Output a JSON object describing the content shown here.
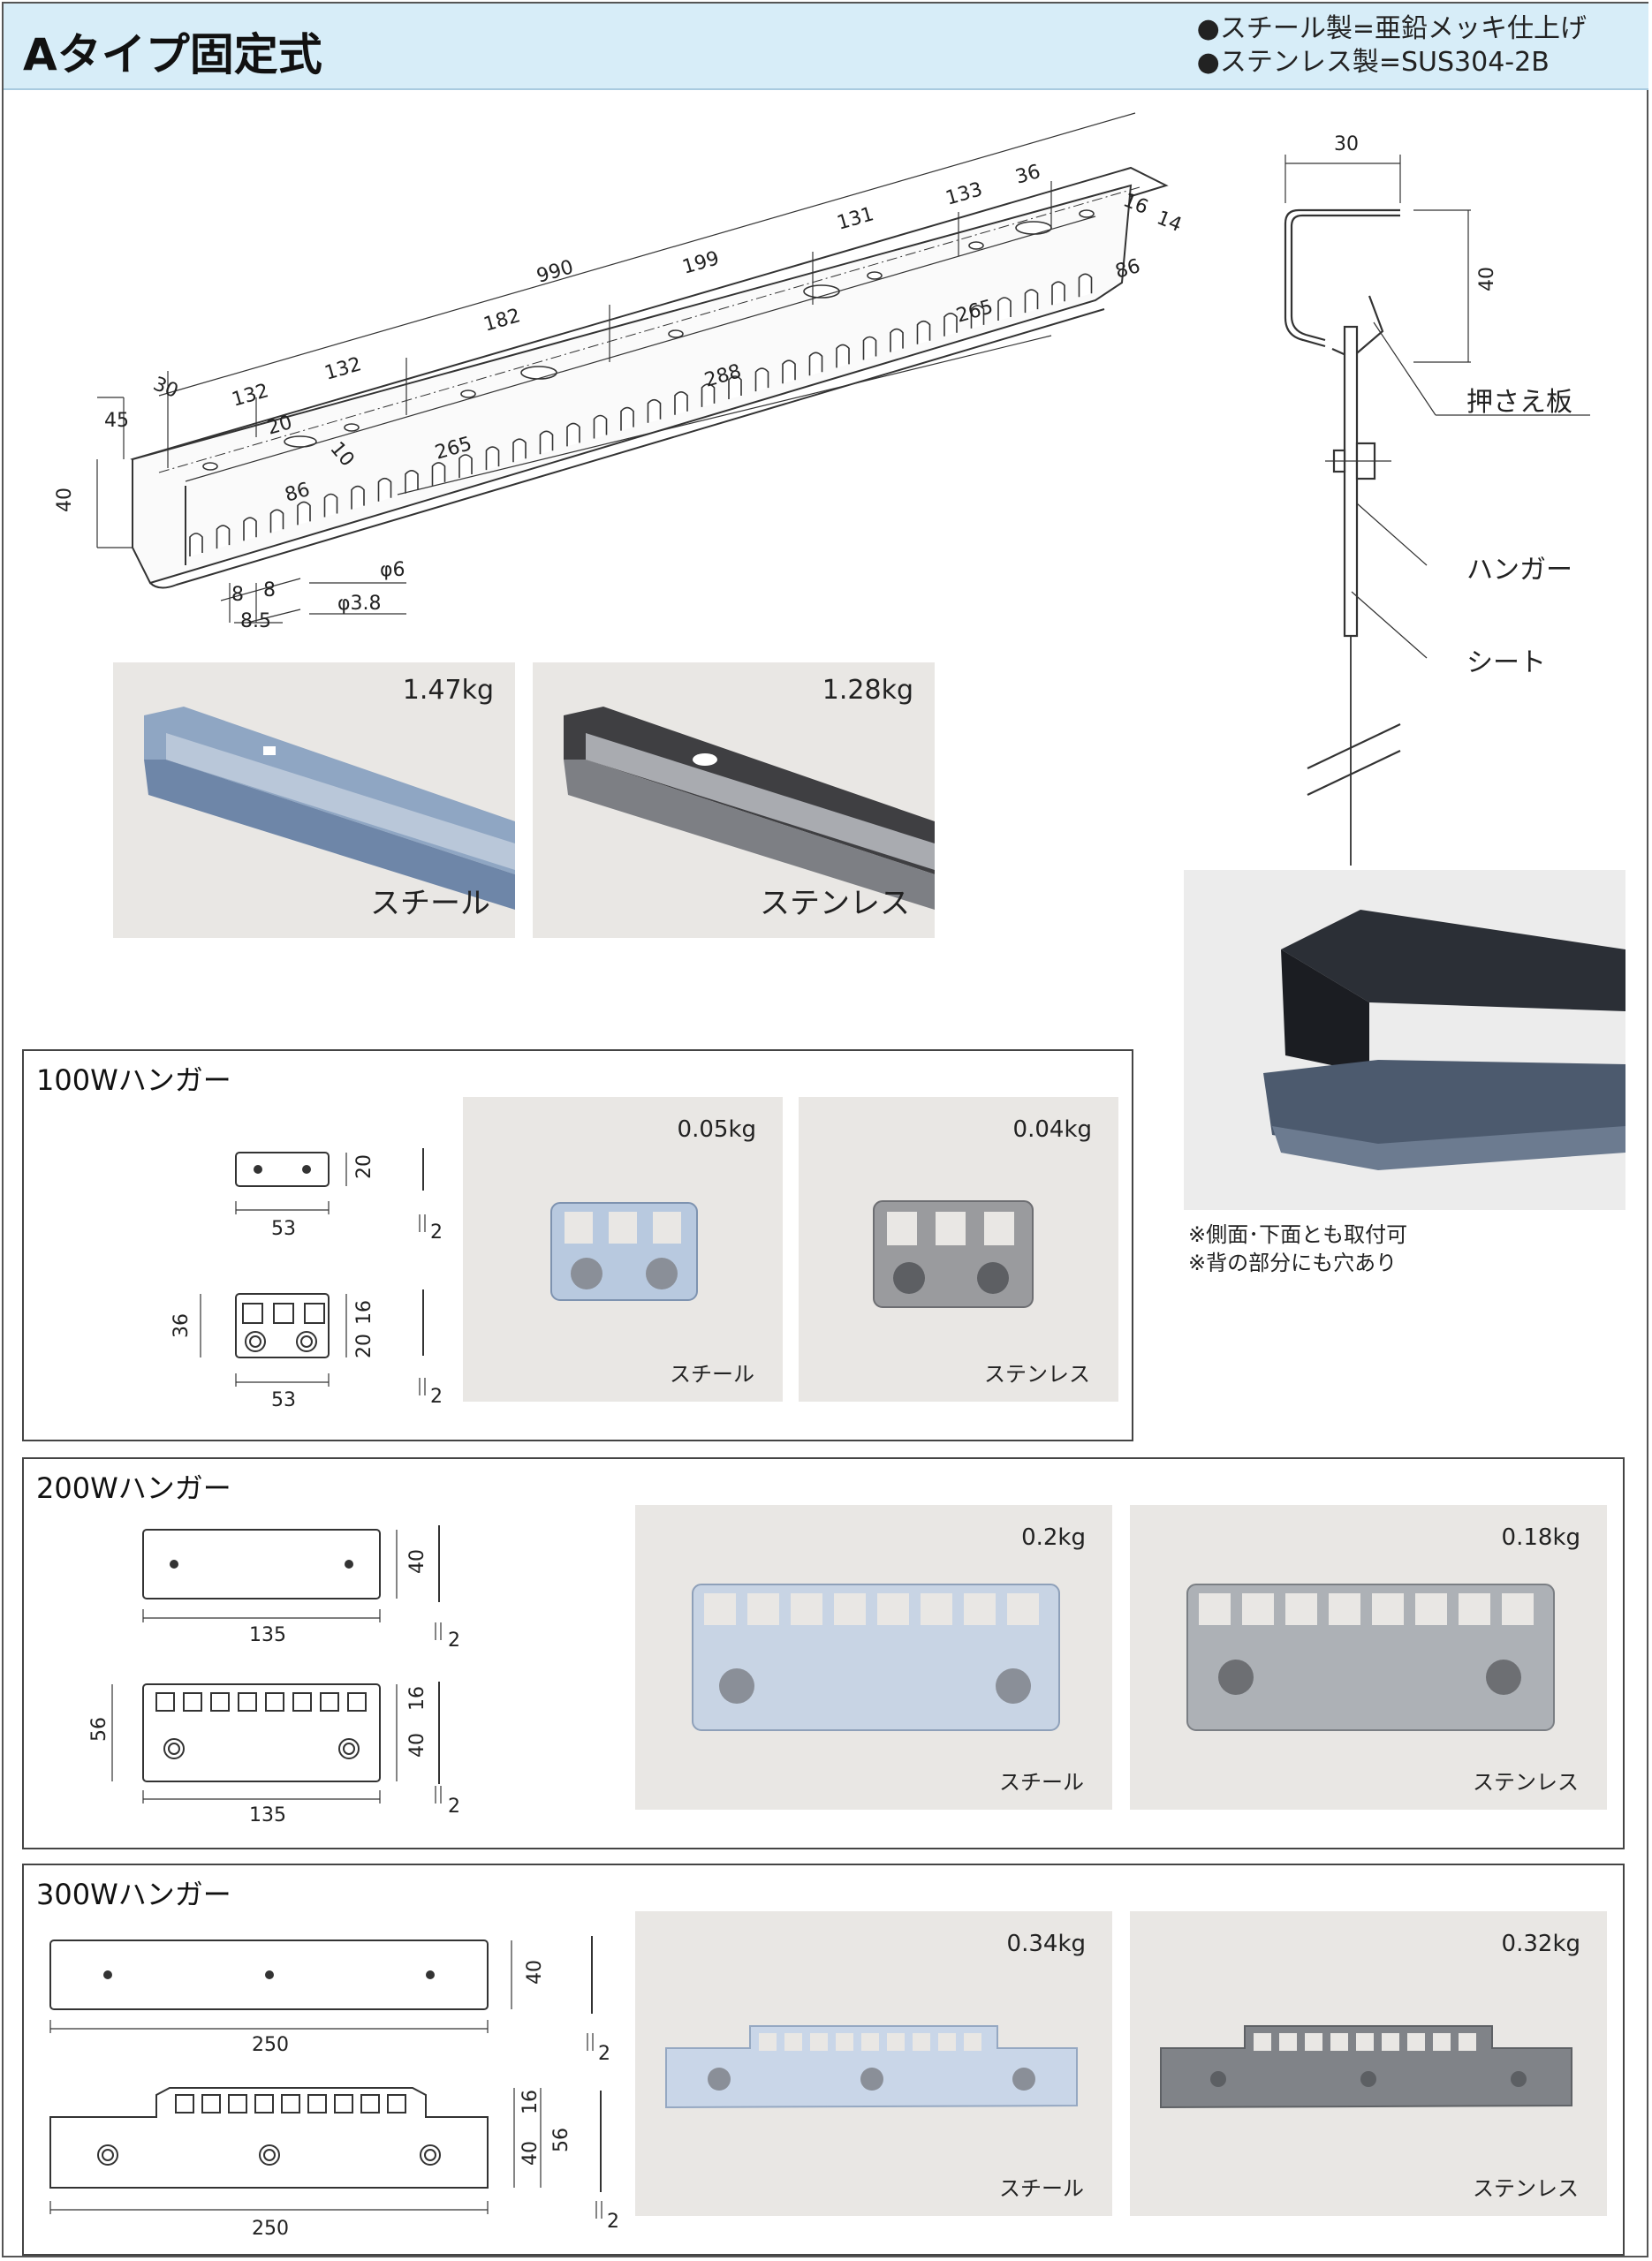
{
  "header": {
    "title": "Aタイプ固定式",
    "note_1": "●スチール製=亜鉛メッキ仕上げ",
    "note_2": "●ステンレス製=SUS304-2B"
  },
  "rail_drawing": {
    "dims": {
      "d990": "990",
      "d199": "199",
      "d131": "131",
      "d133": "133",
      "d36": "36",
      "d16": "16",
      "d14": "14",
      "d86a": "86",
      "d182": "182",
      "d132a": "132",
      "d132b": "132",
      "d30": "30",
      "d45": "45",
      "d265a": "265",
      "d288": "288",
      "d265b": "265",
      "d20": "20",
      "d10": "10",
      "d86b": "86",
      "d40": "40",
      "d8a": "8",
      "d8b": "8",
      "d85": "8.5",
      "phi6": "φ6",
      "phi38": "φ3.8"
    }
  },
  "section_drawing": {
    "dim_30": "30",
    "dim_40": "40",
    "label_press_plate": "押さえ板",
    "label_hanger": "ハンガー",
    "label_sheet": "シート"
  },
  "rail_photos": [
    {
      "weight": "1.47kg",
      "label": "スチール"
    },
    {
      "weight": "1.28kg",
      "label": "ステンレス"
    }
  ],
  "mount_photo_notes": {
    "note_1": "※側面･下面とも取付可",
    "note_2": "※背の部分にも穴あり"
  },
  "hanger_100w": {
    "title": "100Wハンガー",
    "dims": {
      "w": "53",
      "h": "20",
      "t": "2",
      "w2": "53",
      "total": "36",
      "h_top": "16",
      "h_bot": "20",
      "t2": "2"
    },
    "photos": [
      {
        "weight": "0.05kg",
        "label": "スチール"
      },
      {
        "weight": "0.04kg",
        "label": "ステンレス"
      }
    ]
  },
  "hanger_200w": {
    "title": "200Wハンガー",
    "dims": {
      "w": "135",
      "h": "40",
      "t": "2",
      "w2": "135",
      "total": "56",
      "h_top": "16",
      "h_bot": "40",
      "t2": "2"
    },
    "photos": [
      {
        "weight": "0.2kg",
        "label": "スチール"
      },
      {
        "weight": "0.18kg",
        "label": "ステンレス"
      }
    ]
  },
  "hanger_300w": {
    "title": "300Wハンガー",
    "dims": {
      "w": "250",
      "h": "40",
      "t": "2",
      "w2": "250",
      "total": "56",
      "h_top": "16",
      "h_bot": "40",
      "t2": "2"
    },
    "photos": [
      {
        "weight": "0.34kg",
        "label": "スチール"
      },
      {
        "weight": "0.32kg",
        "label": "ステンレス"
      }
    ]
  }
}
